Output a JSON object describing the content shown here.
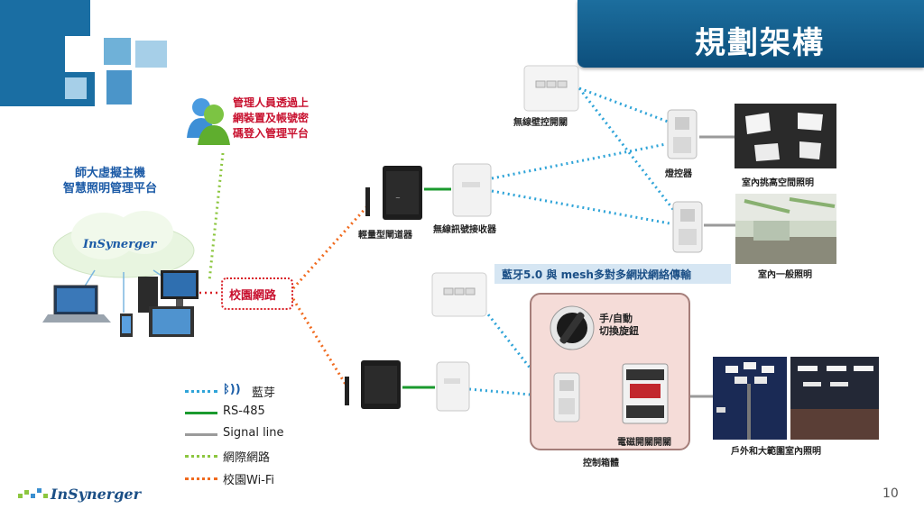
{
  "title": "規劃架構",
  "page_number": "10",
  "admin_note": [
    "管理人員透過上",
    "網裝置及帳號密",
    "碼登入管理平台"
  ],
  "host_label": [
    "師大虛擬主機",
    "智慧照明管理平台"
  ],
  "cloud_logo": "InSynerger",
  "campus_network": "校園網路",
  "labels": {
    "gateway": "輕量型閘道器",
    "receiver": "無線訊號接收器",
    "wall_switch": "無線壁控開關",
    "light_controller": "燈控器",
    "high_space": "室內挑高空間照明",
    "general_light": "室內一般照明",
    "mesh_banner": "藍牙5.0 與 mesh多對多網狀網絡傳輸",
    "manual_auto": [
      "手/自動",
      "切換旋鈕"
    ],
    "contactor": "電磁開關開關",
    "control_box": "控制箱體",
    "outdoor": "戶外和大範圍室內照明"
  },
  "legend": [
    {
      "label": "藍芽",
      "color": "#2fa4d8",
      "style": "dotted"
    },
    {
      "label": "RS-485",
      "color": "#1a9a2e",
      "style": "solid"
    },
    {
      "label": "Signal line",
      "color": "#9a9a9a",
      "style": "solid"
    },
    {
      "label": "網際網路",
      "color": "#8cc63f",
      "style": "dotted"
    },
    {
      "label": "校園Wi-Fi",
      "color": "#f06a1e",
      "style": "dotted"
    }
  ],
  "footer_logo": "InSynerger"
}
